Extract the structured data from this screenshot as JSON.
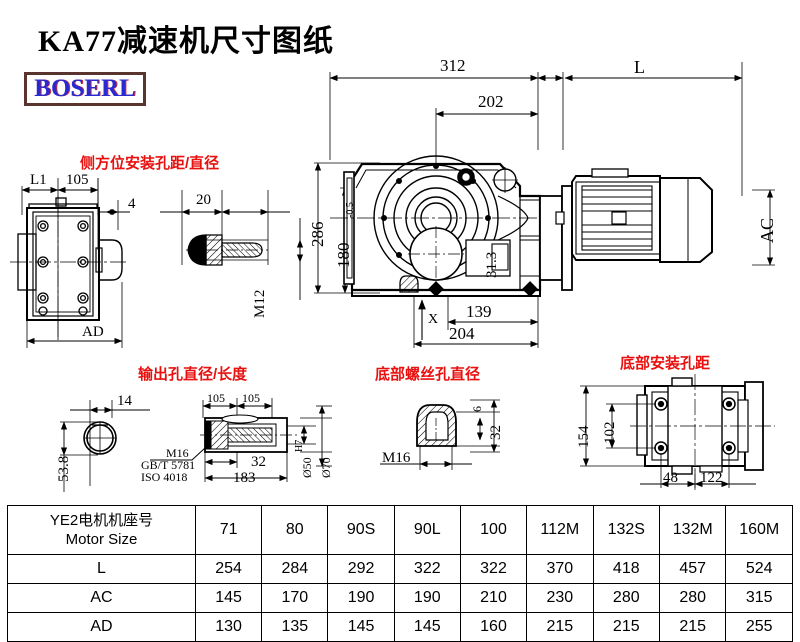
{
  "title": "KA77减速机尺寸图纸",
  "logo": {
    "text": "BOSERL",
    "border_color": "#5a3530",
    "text_color": "#2a2ad0"
  },
  "annotations": {
    "accent_color": "#e8110f",
    "side_mount": "侧方位安装孔距/直径",
    "output_shaft": "输出孔直径/长度",
    "bottom_screw": "底部螺丝孔直径",
    "bottom_mount": "底部安装孔距"
  },
  "dimensions": {
    "left_view": {
      "L1": "L1",
      "d105": "105",
      "d4": "4",
      "AD": "AD"
    },
    "side_hole": {
      "d20": "20",
      "M12": "M12"
    },
    "main_view": {
      "d312": "312",
      "d202": "202",
      "d286": "286",
      "d180": "180",
      "d180_tol": "-0.5",
      "d313": "31.3",
      "d139": "139",
      "d204": "204",
      "X": "X",
      "L": "L",
      "AC": "AC"
    },
    "output_detail": {
      "d14": "14",
      "d53_8": "53.8",
      "M16": "M16",
      "gbt": "GB/T 5781",
      "iso": "ISO 4018",
      "d105a": "105",
      "d105b": "105",
      "d32": "32",
      "d183": "183",
      "dia50": "Ø50",
      "dia50_tol": "H7",
      "dia70": "Ø70"
    },
    "bottom_screw_detail": {
      "M16": "M16",
      "d6": "6",
      "d32": "32"
    },
    "bottom_mount_detail": {
      "d154": "154",
      "d102": "102",
      "d48": "48",
      "d122": "122"
    }
  },
  "table": {
    "header_label_cn": "YE2电机机座号",
    "header_label_en": "Motor Size",
    "sizes": [
      "71",
      "80",
      "90S",
      "90L",
      "100",
      "112M",
      "132S",
      "132M",
      "160M"
    ],
    "rows": [
      {
        "label": "L",
        "values": [
          "254",
          "284",
          "292",
          "322",
          "322",
          "370",
          "418",
          "457",
          "524"
        ]
      },
      {
        "label": "AC",
        "values": [
          "145",
          "170",
          "190",
          "190",
          "210",
          "230",
          "280",
          "280",
          "315"
        ]
      },
      {
        "label": "AD",
        "values": [
          "130",
          "135",
          "145",
          "145",
          "160",
          "215",
          "215",
          "215",
          "255"
        ]
      }
    ]
  }
}
